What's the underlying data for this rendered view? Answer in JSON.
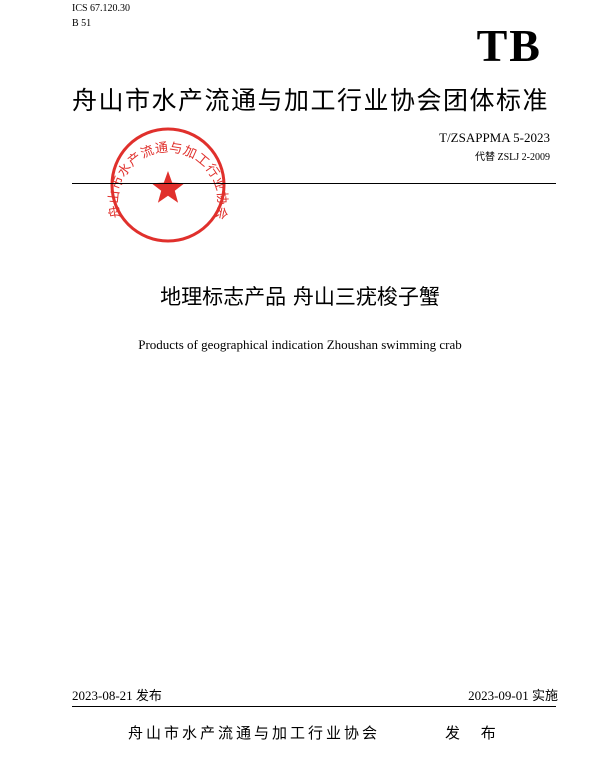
{
  "header": {
    "ics": "ICS 67.120.30",
    "classification": "B 51",
    "mark": "TB"
  },
  "organization": "舟山市水产流通与加工行业协会团体标准",
  "standard": {
    "code": "T/ZSAPPMA 5-2023",
    "replaces": "代替 ZSLJ 2-2009"
  },
  "seal": {
    "text": "舟山市水产流通与加工行业协会",
    "color": "#e0302c"
  },
  "title": {
    "zh": "地理标志产品 舟山三疣梭子蟹",
    "en": "Products of geographical indication Zhoushan swimming crab"
  },
  "footer": {
    "issue_date": "2023-08-21 发布",
    "effective_date": "2023-09-01 实施",
    "publisher": "舟山市水产流通与加工行业协会",
    "publish_label": "发 布"
  }
}
